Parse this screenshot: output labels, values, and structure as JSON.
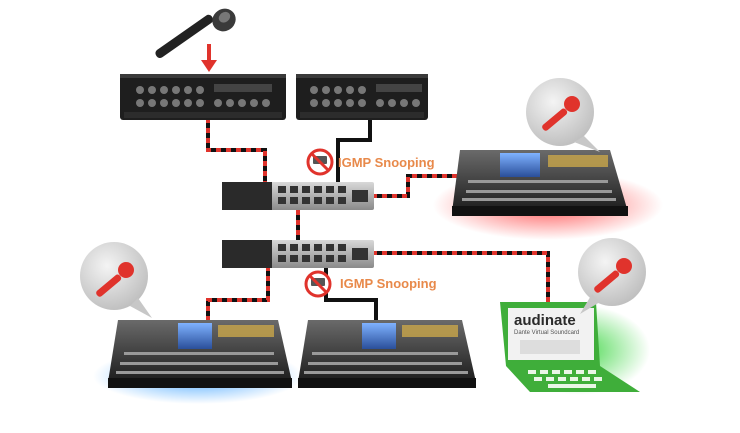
{
  "colors": {
    "primary_cable": "#e0332c",
    "secondary_cable": "#111111",
    "igmp_text": "#e8894a",
    "glow_red": "#ff3b3b",
    "glow_blue": "#3aa0ff",
    "glow_green": "#35d43b",
    "laptop": "#3fae3a"
  },
  "switches": [
    {
      "name": "upper-switch",
      "igmp_label": "IGMP Snooping"
    },
    {
      "name": "lower-switch",
      "igmp_label": "IGMP Snooping"
    }
  ],
  "laptop": {
    "logo": "audinate",
    "subtitle": "Dante Virtual Soundcard"
  },
  "icons": [
    "microphone-icon",
    "no-symbol-icon",
    "speech-bubble-icon"
  ]
}
